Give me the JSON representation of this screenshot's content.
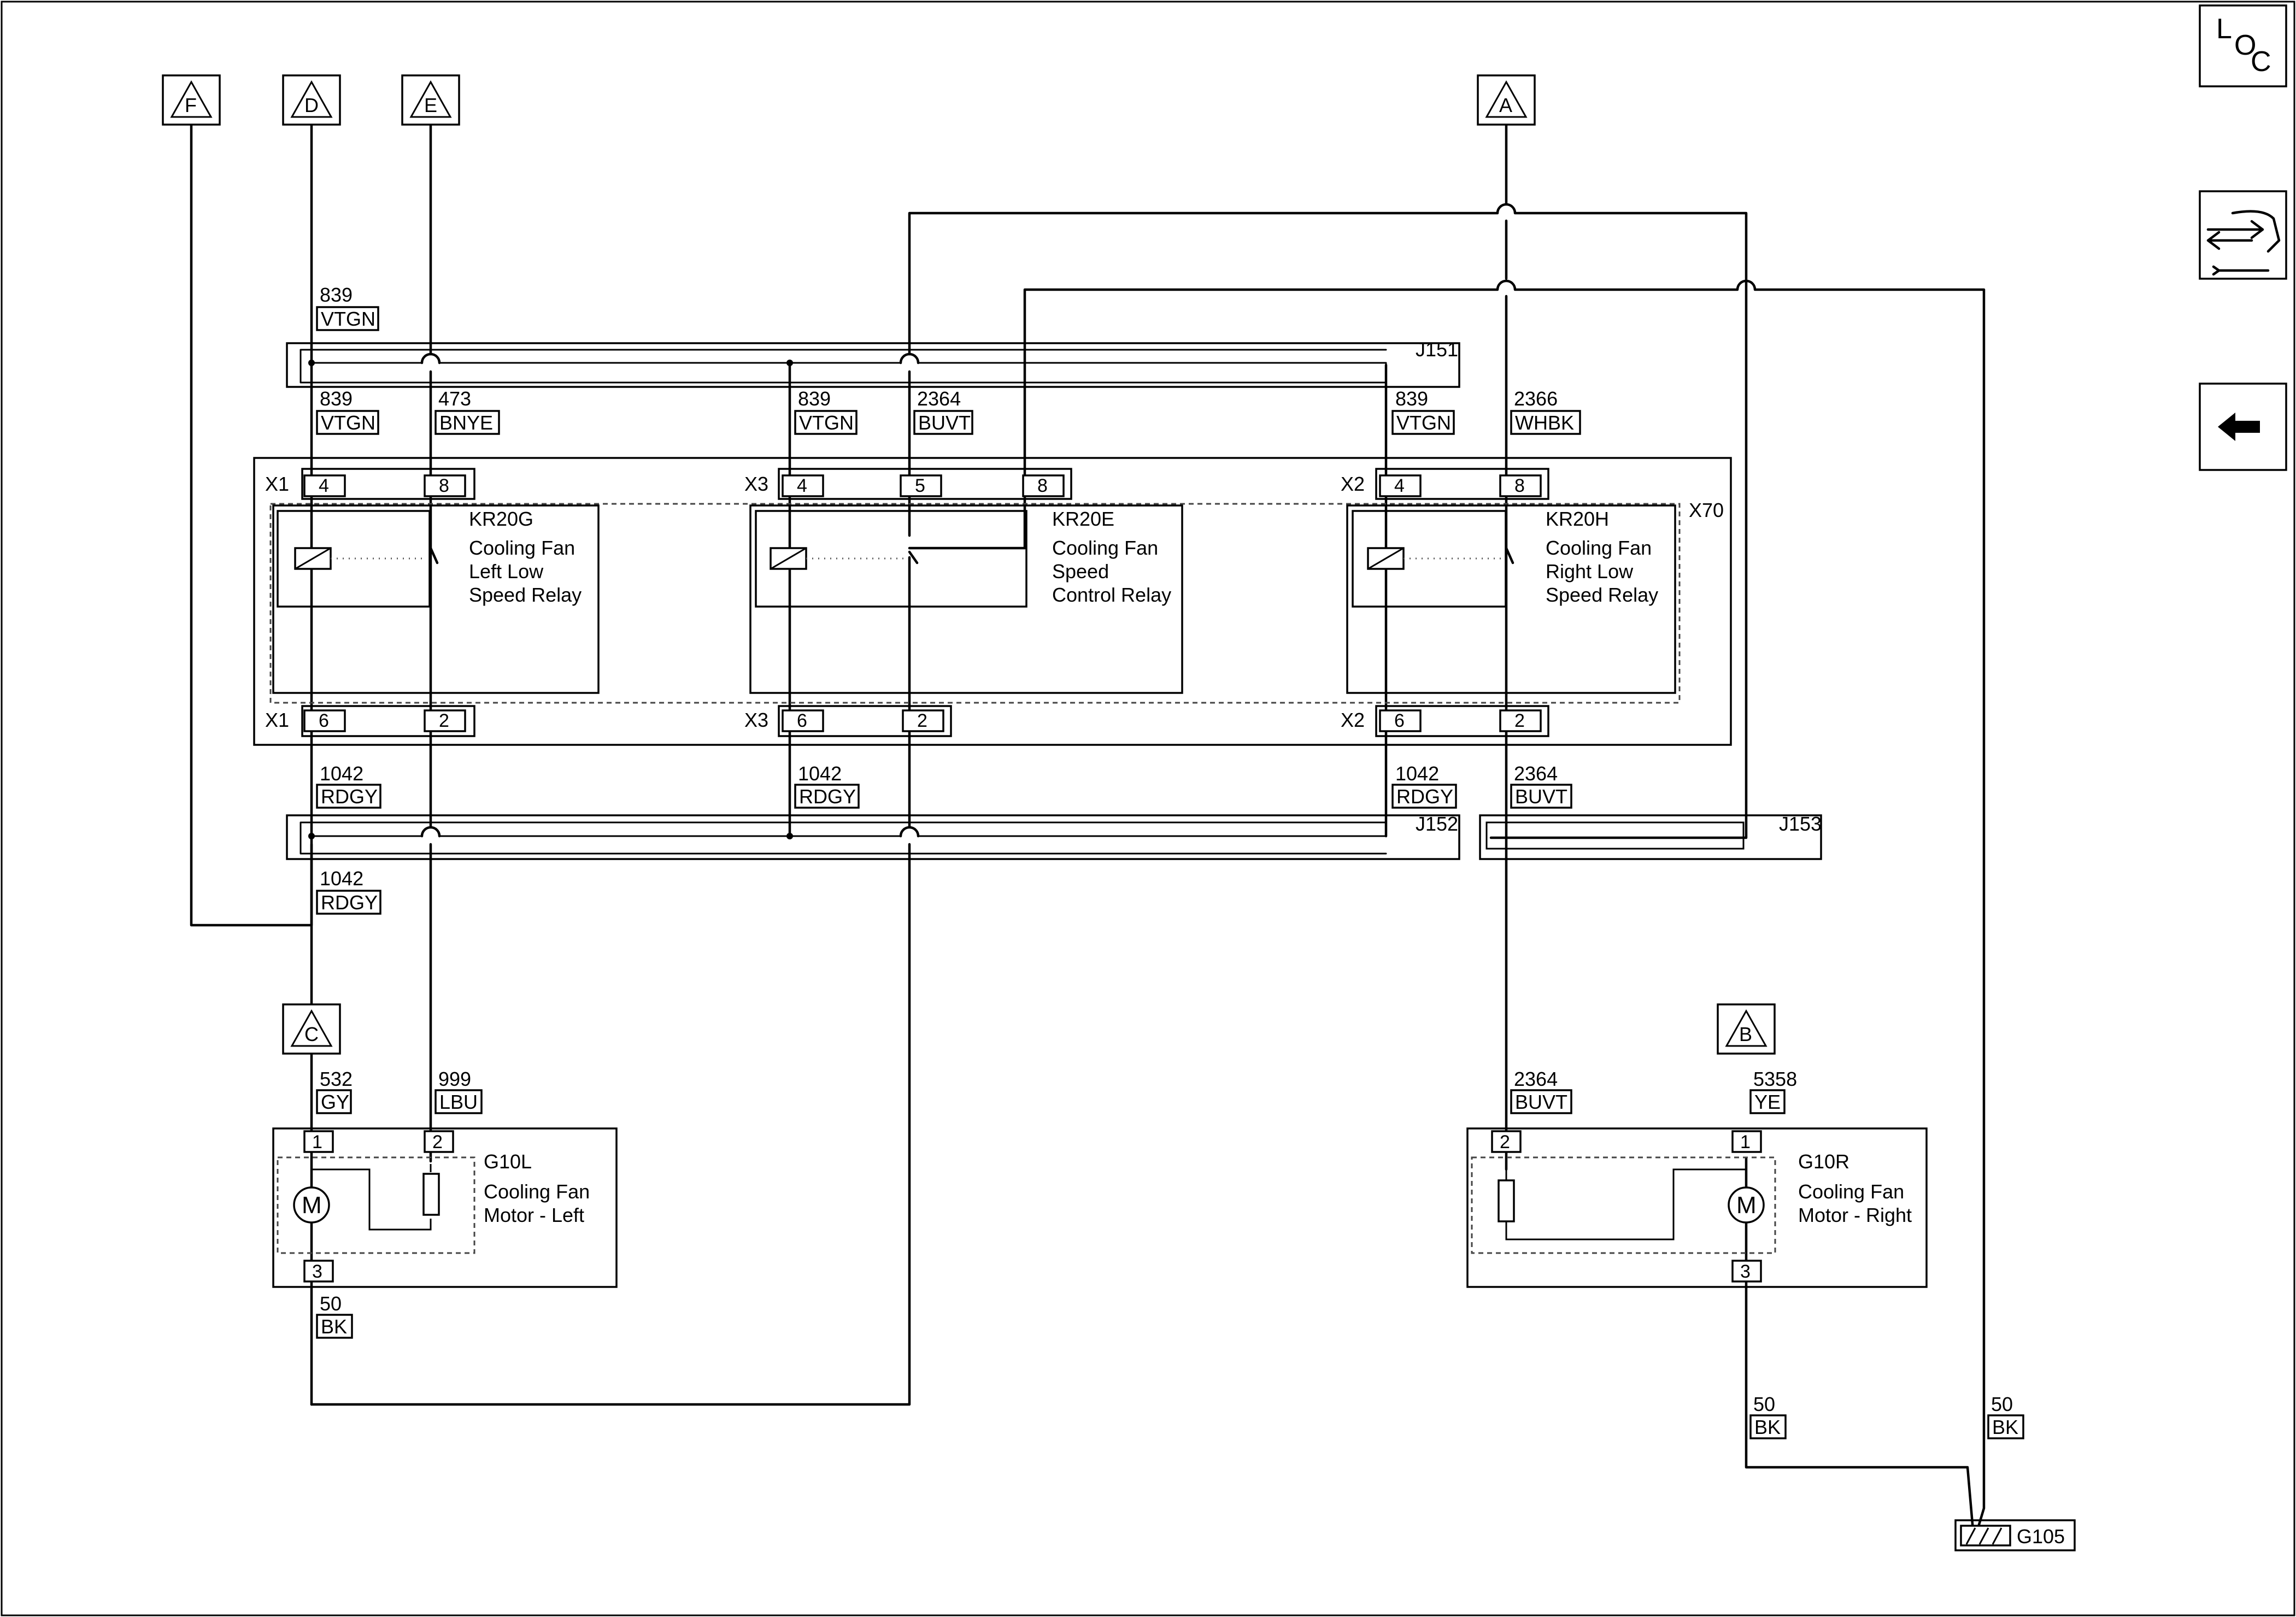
{
  "nav": {
    "loc_letters": [
      "L",
      "O",
      "C"
    ],
    "loc_icon": "loc-icon",
    "connector_view_icon": "connector-repair-icon",
    "back_icon": "back-arrow-icon"
  },
  "off_page": {
    "F": "F",
    "D": "D",
    "E": "E",
    "A": "A",
    "C": "C",
    "B": "B"
  },
  "wires": {
    "w839_top": {
      "num": "839",
      "color": "VTGN"
    },
    "w839_a": {
      "num": "839",
      "color": "VTGN"
    },
    "w473": {
      "num": "473",
      "color": "BNYE"
    },
    "w839_b": {
      "num": "839",
      "color": "VTGN"
    },
    "w2364_top": {
      "num": "2364",
      "color": "BUVT"
    },
    "w839_c": {
      "num": "839",
      "color": "VTGN"
    },
    "w2366": {
      "num": "2366",
      "color": "WHBK"
    },
    "w1042_a": {
      "num": "1042",
      "color": "RDGY"
    },
    "w1042_b": {
      "num": "1042",
      "color": "RDGY"
    },
    "w1042_c": {
      "num": "1042",
      "color": "RDGY"
    },
    "w2364_mid": {
      "num": "2364",
      "color": "BUVT"
    },
    "w1042_d": {
      "num": "1042",
      "color": "RDGY"
    },
    "w532": {
      "num": "532",
      "color": "GY"
    },
    "w999": {
      "num": "999",
      "color": "LBU"
    },
    "w2364_low": {
      "num": "2364",
      "color": "BUVT"
    },
    "w5358": {
      "num": "5358",
      "color": "YE"
    },
    "w50_a": {
      "num": "50",
      "color": "BK"
    },
    "w50_b": {
      "num": "50",
      "color": "BK"
    },
    "w50_c": {
      "num": "50",
      "color": "BK"
    }
  },
  "splices": {
    "J151": "J151",
    "J152": "J152",
    "J153": "J153"
  },
  "relay_block": {
    "name": "X70"
  },
  "connectors": {
    "X1": "X1",
    "X2": "X2",
    "X3": "X3"
  },
  "pins": {
    "x1_top": [
      "4",
      "8"
    ],
    "x3_top": [
      "4",
      "5",
      "8"
    ],
    "x2_top": [
      "4",
      "8"
    ],
    "x1_bot": [
      "6",
      "2"
    ],
    "x3_bot": [
      "6",
      "2"
    ],
    "x2_bot": [
      "6",
      "2"
    ],
    "g10l_top": [
      "1",
      "2"
    ],
    "g10l_bot": "3",
    "g10r_top": [
      "2",
      "1"
    ],
    "g10r_bot": "3"
  },
  "relays": {
    "kr20g": {
      "id": "KR20G",
      "desc": [
        "Cooling Fan",
        "Left Low",
        "Speed Relay"
      ]
    },
    "kr20e": {
      "id": "KR20E",
      "desc": [
        "Cooling Fan",
        "Speed",
        "Control Relay"
      ]
    },
    "kr20h": {
      "id": "KR20H",
      "desc": [
        "Cooling Fan",
        "Right Low",
        "Speed Relay"
      ]
    }
  },
  "motors": {
    "g10l": {
      "id": "G10L",
      "desc": [
        "Cooling Fan",
        "Motor - Left"
      ],
      "symbol": "M"
    },
    "g10r": {
      "id": "G10R",
      "desc": [
        "Cooling Fan",
        "Motor - Right"
      ],
      "symbol": "M"
    }
  },
  "ground": {
    "id": "G105"
  }
}
